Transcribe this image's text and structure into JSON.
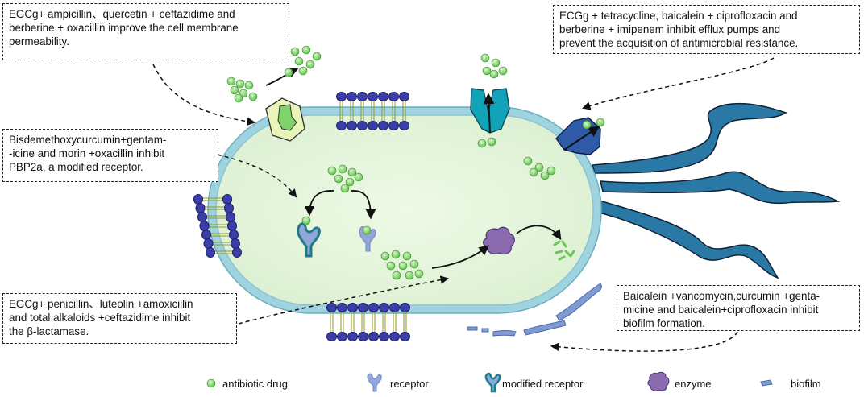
{
  "callouts": {
    "membrane": [
      "EGCg+ ampicillin、quercetin + ceftazidime and",
      "berberine + oxacillin improve the cell membrane",
      "permeability."
    ],
    "efflux": [
      "ECGg + tetracycline, baicalein + ciprofloxacin and",
      "berberine + imipenem inhibit efflux pumps and",
      "prevent the acquisition of antimicrobial resistance."
    ],
    "pbp2a": [
      "Bisdemethoxycurcumin+gentam-",
      "-icine and morin +oxacillin inhibit",
      " PBP2a, a modified receptor."
    ],
    "lactamase": [
      "EGCg+ penicillin、luteolin +amoxicillin",
      "and total alkaloids +ceftazidime inhibit",
      "the β-lactamase."
    ],
    "biofilm": [
      "Baicalein +vancomycin,curcumin +genta-",
      "micine and baicalein+ciprofloxacin inhibit",
      "biofilm formation."
    ]
  },
  "legend": {
    "drug": "antibiotic drug",
    "receptor": "receptor",
    "modified_receptor": "modified receptor",
    "enzyme": "enzyme",
    "biofilm": "biofilm"
  },
  "colors": {
    "cytoplasm": "#e6f5dc",
    "membrane": "#9fd3df",
    "drug": "#7fd36b",
    "lipid_head": "#3b3ea8",
    "efflux_pump_teal": "#13a3b8",
    "efflux_pump_blue": "#2e5aa8",
    "flagellum": "#2a78a6",
    "receptor": "#93a6d8",
    "modified_receptor": "#1e7c88",
    "enzyme": "#8a6bb0",
    "biofilm": "#7e9bd4"
  }
}
